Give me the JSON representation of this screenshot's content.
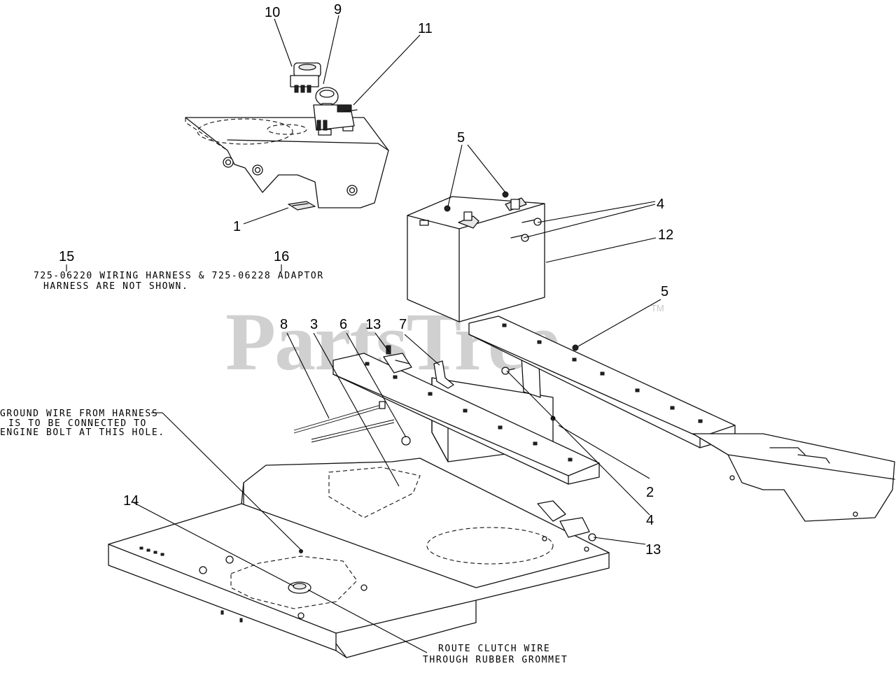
{
  "watermark": {
    "text": "PartsTree",
    "trademark": "TM"
  },
  "callouts": {
    "c1": "1",
    "c2": "2",
    "c3": "3",
    "c4a": "4",
    "c4b": "4",
    "c5a": "5",
    "c5b": "5",
    "c6": "6",
    "c7": "7",
    "c8": "8",
    "c9": "9",
    "c10": "10",
    "c11": "11",
    "c12": "12",
    "c13a": "13",
    "c13b": "13",
    "c14": "14",
    "c15": "15",
    "c16": "16"
  },
  "notes": {
    "harness_line1": "725-06220 WIRING HARNESS & 725-06228 ADAPTOR",
    "harness_line2": "HARNESS ARE NOT SHOWN.",
    "ground_line1": "GROUND WIRE FROM HARNESS",
    "ground_line2": "IS TO BE CONNECTED TO",
    "ground_line3": "ENGINE BOLT AT THIS HOLE.",
    "clutch_line1": "ROUTE CLUTCH WIRE",
    "clutch_line2": "THROUGH RUBBER GROMMET"
  }
}
